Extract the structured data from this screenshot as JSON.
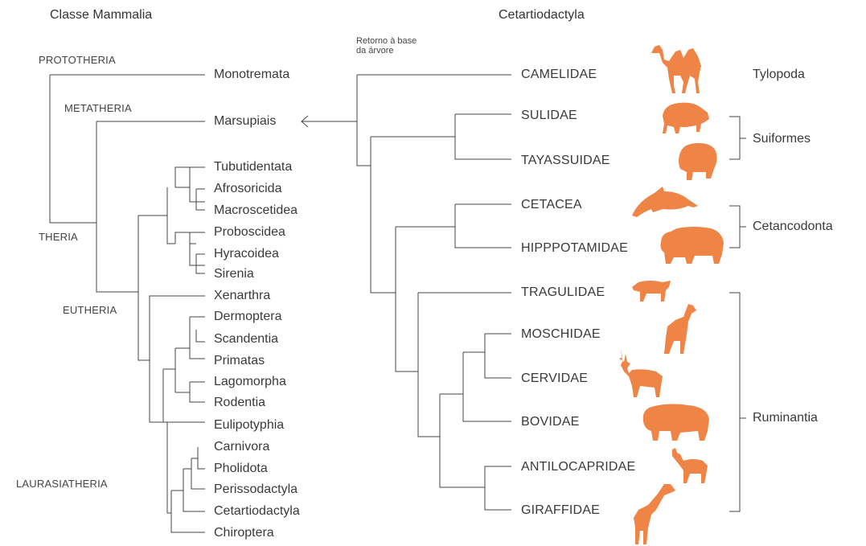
{
  "titles": {
    "left": "Classe Mammalia",
    "right": "Cetartiodactyla"
  },
  "note": "Retorno à base da árvore",
  "clades": {
    "prototheria": "PROTOTHERIA",
    "metatheria": "METATHERIA",
    "theria": "THERIA",
    "eutheria": "EUTHERIA",
    "laurasiatheria": "LAURASIATHERIA"
  },
  "mammalia_taxa": [
    "Monotremata",
    "Marsupiais",
    "Tubutidentata",
    "Afrosoricida",
    "Macroscetidea",
    "Proboscidea",
    "Hyracoidea",
    "Sirenia",
    "Xenarthra",
    "Dermoptera",
    "Scandentia",
    "Primatas",
    "Lagomorpha",
    "Rodentia",
    "Eulipotyphia",
    "Carnivora",
    "Pholidota",
    "Perissodactyla",
    "Cetartiodactyla",
    "Chiroptera"
  ],
  "families": [
    "CAMELIDAE",
    "SULIDAE",
    "TAYASSUIDAE",
    "CETACEA",
    "HIPPPOTAMIDAE",
    "TRAGULIDAE",
    "MOSCHIDAE",
    "CERVIDAE",
    "BOVIDAE",
    "ANTILOCAPRIDAE",
    "GIRAFFIDAE"
  ],
  "groups": {
    "tylopoda": "Tylopoda",
    "suiformes": "Suiformes",
    "cetancodonta": "Cetancodonta",
    "ruminantia": "Ruminantia"
  },
  "colors": {
    "lines": "#444444",
    "silhouette": "#ee8446"
  },
  "icons": [
    "camel-icon",
    "pig-icon",
    "peccary-icon",
    "dolphin-icon",
    "hippo-icon",
    "chevrotain-icon",
    "musk-deer-icon",
    "deer-icon",
    "bison-icon",
    "pronghorn-icon",
    "giraffe-icon"
  ]
}
